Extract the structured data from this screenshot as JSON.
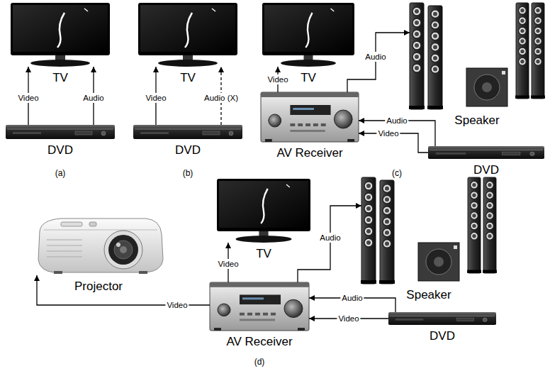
{
  "diagram": {
    "nodes": [
      {
        "text": [
          "TV"
        ]
      },
      {
        "text": [
          "DVD"
        ]
      },
      {
        "text": [
          "TV"
        ]
      },
      {
        "text": [
          "DVD"
        ]
      },
      {
        "text": [
          "TV"
        ]
      },
      {
        "text": [
          "Speaker"
        ]
      },
      {
        "text": [
          "AV Receiver"
        ]
      },
      {
        "text": [
          "DVD"
        ]
      },
      {
        "text": [
          "TV"
        ]
      },
      {
        "text": [
          "Speaker"
        ]
      },
      {
        "text": [
          "Projector"
        ]
      },
      {
        "text": [
          "AV Receiver"
        ]
      },
      {
        "text": [
          "DVD"
        ]
      }
    ],
    "edges": [
      {
        "from": 1,
        "to": 0,
        "label": "Video",
        "arrow": "to"
      },
      {
        "from": 1,
        "to": 0,
        "label": "Audio",
        "arrow": "to"
      },
      {
        "from": 3,
        "to": 2,
        "label": "Video",
        "arrow": "to"
      },
      {
        "from": 3,
        "to": 2,
        "label": "Audio (X)",
        "arrow": "to"
      },
      {
        "from": 6,
        "to": 4,
        "label": "Video",
        "arrow": "to"
      },
      {
        "from": 6,
        "to": 5,
        "label": "Audio",
        "arrow": "to"
      },
      {
        "from": 7,
        "to": 6,
        "label": "Audio",
        "arrow": "to"
      },
      {
        "from": 7,
        "to": 6,
        "label": "Video",
        "arrow": "to"
      },
      {
        "from": 11,
        "to": 8,
        "label": "Video",
        "arrow": "to"
      },
      {
        "from": 11,
        "to": 9,
        "label": "Audio",
        "arrow": "to"
      },
      {
        "from": 11,
        "to": 10,
        "label": "Video",
        "arrow": "to"
      },
      {
        "from": 12,
        "to": 11,
        "label": "Audio",
        "arrow": "to"
      },
      {
        "from": 12,
        "to": 11,
        "label": "Video",
        "arrow": "to"
      }
    ],
    "labels": [
      "(a)",
      "(b)",
      "(c)",
      "(d)"
    ]
  }
}
